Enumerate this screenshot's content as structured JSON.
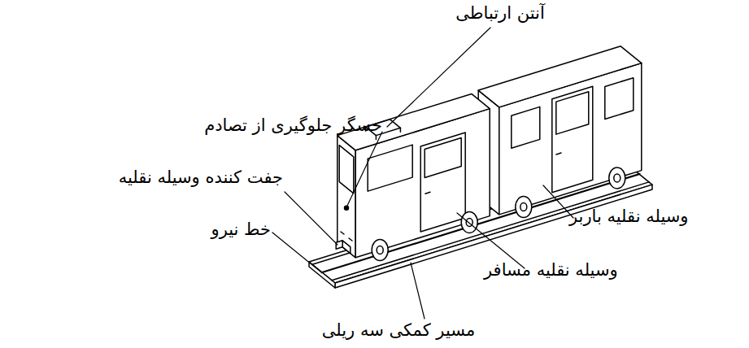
{
  "diagram": {
    "labels": [
      "آنتن ارتباطی",
      "حسگر جلوگیری از تصادم",
      "جفت کننده وسیله نقلیه",
      "خط نیرو",
      "وسیله نقلیه مسافر",
      "وسیله نقلیه باربر",
      "مسیر کمکی سه ریلی"
    ]
  }
}
